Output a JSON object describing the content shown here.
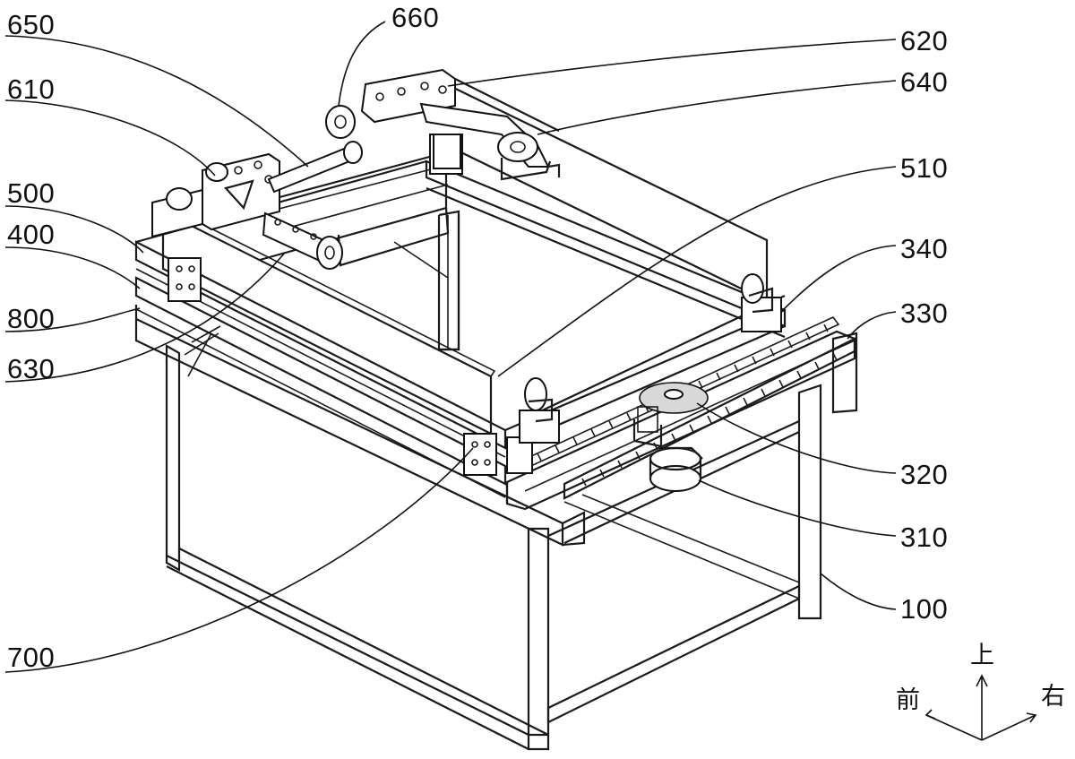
{
  "labels": {
    "l650": "650",
    "l660": "660",
    "l610": "610",
    "l620": "620",
    "l640": "640",
    "l500": "500",
    "l400": "400",
    "l800": "800",
    "l630": "630",
    "l510": "510",
    "l340": "340",
    "l330": "330",
    "l320": "320",
    "l310": "310",
    "l100": "100",
    "l700": "700"
  },
  "axes": {
    "up": "上",
    "front": "前",
    "right": "右"
  },
  "colors": {
    "line": "#111111",
    "background": "#ffffff",
    "gear": "#d8d8d8"
  }
}
